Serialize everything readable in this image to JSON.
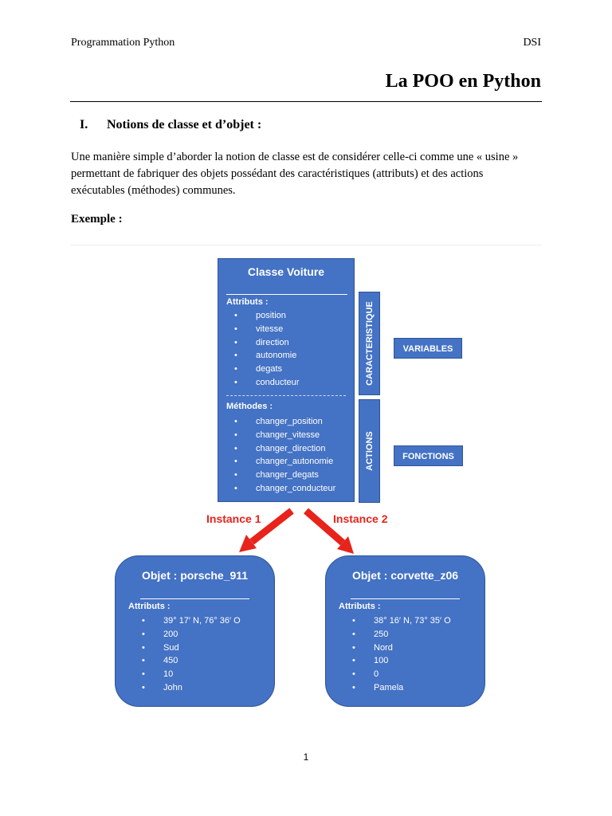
{
  "header": {
    "left": "Programmation Python",
    "right": "DSI"
  },
  "title": "La POO en Python",
  "section": {
    "number": "I.",
    "title": "Notions de classe et d’objet :"
  },
  "paragraph": [
    " Une manière simple d’aborder la notion de classe est de considérer celle-ci comme une « usine »",
    "permettant de fabriquer des objets possédant des caractéristiques (attributs) et des actions",
    "exécutables (méthodes) communes."
  ],
  "exemple_label": "Exemple :",
  "diagram": {
    "class_box": {
      "title": "Classe Voiture",
      "attributes_label": "Attributs :",
      "attributes": [
        "position",
        "vitesse",
        "direction",
        "autonomie",
        "degats",
        "conducteur"
      ],
      "methods_label": "Méthodes :",
      "methods": [
        "changer_position",
        "changer_vitesse",
        "changer_direction",
        "changer_autonomie",
        "changer_degats",
        "changer_conducteur"
      ]
    },
    "side_labels": {
      "top": "CARACTERISTIQUE",
      "bottom": "ACTIONS"
    },
    "tags": {
      "variables": "VARIABLES",
      "fonctions": "FONCTIONS"
    },
    "instances": {
      "left": "Instance 1",
      "right": "Instance 2"
    },
    "objects": [
      {
        "title": "Objet : porsche_911",
        "attributes_label": "Attributs :",
        "values": [
          "39° 17′ N, 76° 36′ O",
          "200",
          "Sud",
          "450",
          "10",
          "John"
        ]
      },
      {
        "title": "Objet : corvette_z06",
        "attributes_label": "Attributs :",
        "values": [
          "38° 16′ N, 73° 35′ O",
          "250",
          "Nord",
          "100",
          "0",
          "Pamela"
        ]
      }
    ],
    "colors": {
      "box_fill": "#4472c4",
      "box_border": "#2f5597",
      "arrow": "#e8231b"
    }
  },
  "page_number": "1"
}
